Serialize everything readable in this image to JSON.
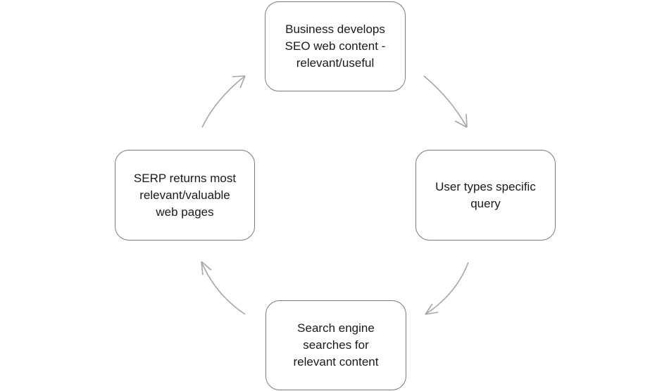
{
  "nodes": {
    "top": "Business develops\nSEO web  content -\nrelevant/useful",
    "right": "User types specific\nquery",
    "bottom": "Search engine\nsearches for\nrelevant content",
    "left": "SERP  returns most\nrelevant/valuable\nweb  pages"
  },
  "colors": {
    "box_border": "#7a7a7a",
    "arrow": "#a6a6a6",
    "text": "#1a1a1a"
  }
}
